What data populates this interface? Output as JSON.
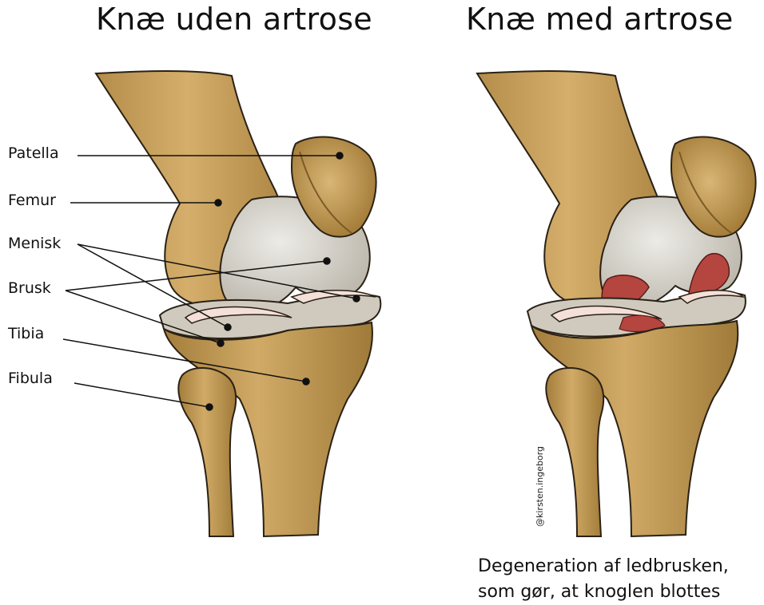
{
  "titles": {
    "left": "Knæ uden artrose",
    "right": "Knæ med artrose"
  },
  "labels": {
    "patella": "Patella",
    "femur": "Femur",
    "menisk": "Menisk",
    "brusk": "Brusk",
    "tibia": "Tibia",
    "fibula": "Fibula"
  },
  "caption": {
    "line1": "Degeneration af ledbrusken,",
    "line2": "som gør, at knoglen blottes"
  },
  "credit": "@kirsten.ingeborg",
  "colors": {
    "bone": "#c9a260",
    "bone_dark": "#8a6a32",
    "bone_shade": "#a9823f",
    "cartilage": "#dcd8cf",
    "cartilage_shade": "#b8b3a8",
    "meniscus": "#f2dcd4",
    "damage": "#b5453f",
    "outline": "#2a2116"
  }
}
